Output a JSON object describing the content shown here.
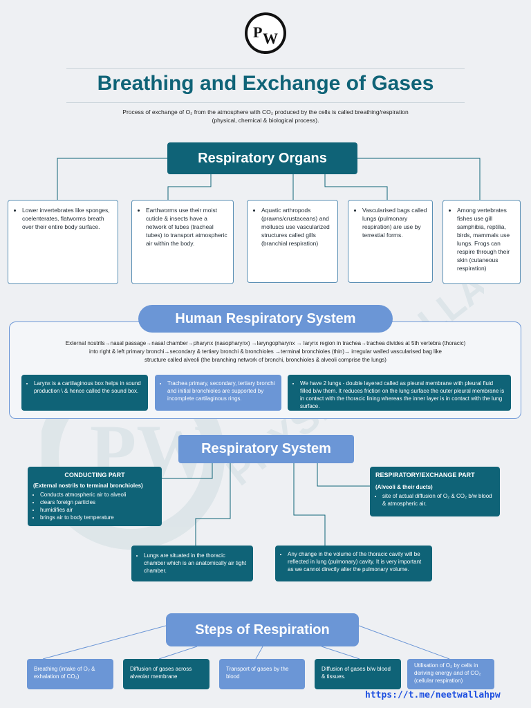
{
  "logo": {
    "initials": "PW",
    "icon": "pw-logo-icon"
  },
  "watermark": {
    "text": "PHYSICS WALLAH"
  },
  "title": "Breathing and Exchange of Gases",
  "subtitle": {
    "line1": "Process of exchange of O₂ from the atmosphere with CO₂ produced by the cells is called breathing/respiration",
    "line2": "(physical, chemical & biological process)."
  },
  "respiratory_organs": {
    "heading": "Respiratory Organs",
    "cards": [
      "Lower invertebrates like sponges, coelenterates, flatworms breath over their entire body surface.",
      "Earthworms use their moist cuticle & insects have a network of tubes (tracheal tubes) to transport atmospheric air within the body.",
      "Aquatic arthropods (prawns/crustaceans) and molluscs use vascularized structures called gills (branchial respiration)",
      "Vascularised bags called lungs (pulmonary respiration) are use by terrestial forms.",
      "Among vertebrates fishes use gill samphibia, reptilia, birds, mammals use lungs. Frogs can respire through their skin (cutaneous respiration)"
    ]
  },
  "human_respiratory_system": {
    "heading": "Human Respiratory System",
    "line1": "External nostrils→nasal passage→nasal chamber→pharynx (nasopharynx) →laryngopharynx → larynx region in trachea→trachea divides at 5th vertebra (thoracic)",
    "line2": "into right & left primary bronchi→secondary & tertiary bronchi & bronchioles →terminal bronchioles  (thin)→ irregular walled vascularised bag like",
    "line3": "structure called alveoli (the branching network of bronchi, bronchioles & alveoli comprise the lungs)",
    "cards": [
      "Larynx is a cartilaginous box helps in sound production \\ & hence called the sound box.",
      "Trachea primary, secondary, tertiary bronchi and initial bronchioles are supported by incomplete cartilaginous rings.",
      "We have 2 lungs - double layered called as pleural membrane with pleural fluid filled b/w them. It reduces friction on the lung surface the outer pleural membrane is in contact with the thoracic lining whereas the inner layer is in contact with the lung surface."
    ]
  },
  "respiratory_system": {
    "heading": "Respiratory System",
    "conducting": {
      "heading": "CONDUCTING PART",
      "sub": "(External nostrils to terminal bronchioles)",
      "items": [
        "Conducts atmospheric air to alveoli",
        "clears foreign particles",
        "humidifies air",
        "brings air to body temperature"
      ]
    },
    "exchange": {
      "heading": "RESPIRATORY/EXCHANGE PART",
      "sub": "(Alveoli & their ducts)",
      "items": [
        "site of actual diffusion of O₂ & CO₂ b/w blood & atmospheric air."
      ]
    },
    "lungs_note": "Lungs are situated in the thoracic chamber which is an anatomically air tight chamber.",
    "volume_note": "Any change in the volume of the thoracic cavity will be reflected in lung (pulmonary) cavity. It is very  important as we cannot directly alter the pulmonary volume."
  },
  "steps": {
    "heading": "Steps of Respiration",
    "items": [
      "Breathing (intake of O₂ & exhalation of CO₂)",
      "Diffusion of gases across alveolar membrane",
      "Transport of gases by the blood",
      "Diffusion of gases b/w blood & tissues.",
      "Utilisation of O₂ by cells in deriving energy and of CO₂ (cellular respiration)"
    ]
  },
  "footer_link": "https://t.me/neetwallahpw",
  "colors": {
    "teal": "#0f6377",
    "blue": "#6b96d6",
    "outline": "#5a8fb4",
    "link": "#1d4fe0"
  }
}
